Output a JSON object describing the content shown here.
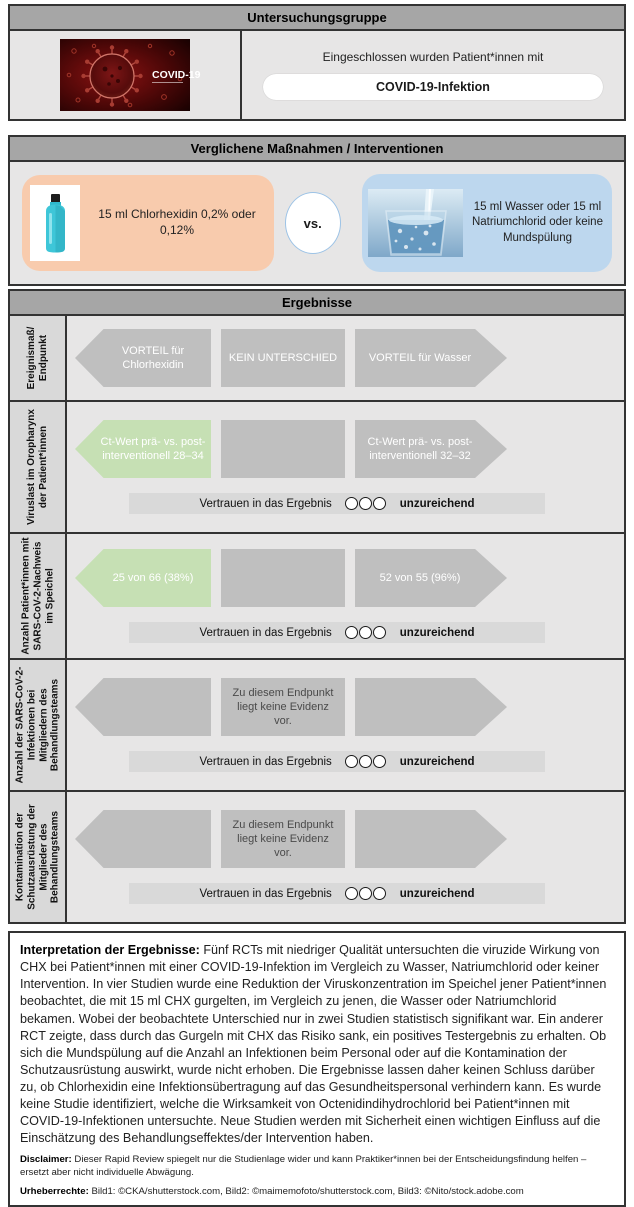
{
  "colors": {
    "header_bar": "#a6a6a6",
    "panel_bg": "#e7e6e6",
    "label_column_bg": "#d9d9d9",
    "arrow_gray": "#bfbfbf",
    "arrow_green": "#c6e0b4",
    "confidence_bar_bg": "#d9d9d9",
    "chlorhexidine_box_bg": "#f8cbad",
    "water_box_bg": "#bdd7ee",
    "vs_circle_border": "#9dc3e6"
  },
  "study_group": {
    "header": "Untersuchungsgruppe",
    "image_caption": "COVID-19",
    "intro_text": "Eingeschlossen wurden Patient*innen mit",
    "condition_pill": "COVID-19-Infektion"
  },
  "interventions": {
    "header": "Verglichene Maßnahmen / Interventionen",
    "chlorhexidine_text": "15 ml Chlorhexidin 0,2% oder 0,12%",
    "vs_label": "vs.",
    "water_text": "15 ml Wasser oder 15 ml Natriumchlorid oder keine Mundspülung"
  },
  "results": {
    "header": "Ergebnisse",
    "confidence_label": "Vertrauen in das Ergebnis",
    "confidence_rating": "unzureichend",
    "rows": [
      {
        "label": "Ereignismaß/ Endpunkt",
        "left_arrow": "VORTEIL für Chlorhexidin",
        "middle_box": "KEIN UNTERSCHIED",
        "right_arrow": "VORTEIL für Wasser"
      },
      {
        "label": "Viruslast im Oropharynx der Patient*innen",
        "left_arrow": "Ct-Wert prä- vs. post-interventionell 28–34",
        "middle_box": "",
        "right_arrow": "Ct-Wert prä- vs. post-interventionell 32–32"
      },
      {
        "label": "Anzahl Patient*innen mit SARS-CoV-2-Nachweis im Speichel",
        "left_arrow": "25 von 66 (38%)",
        "middle_box": "",
        "right_arrow": "52 von 55 (96%)"
      },
      {
        "label": "Anzahl der SARS-CoV-2-Infektionen bei Mitgliedern des Behandlungsteams",
        "left_arrow": "",
        "middle_box": "Zu diesem Endpunkt liegt keine Evidenz vor.",
        "right_arrow": ""
      },
      {
        "label": "Kontamination der Schutzausrüstung der Mitglieder des Behandlungsteams",
        "left_arrow": "",
        "middle_box": "Zu diesem Endpunkt liegt keine Evidenz vor.",
        "right_arrow": ""
      }
    ]
  },
  "interpretation": {
    "title": "Interpretation der Ergebnisse:",
    "body": "Fünf RCTs mit niedriger Qualität untersuchten die viruzide Wirkung von CHX bei Patient*innen mit einer COVID-19-Infektion im Vergleich zu Wasser, Natriumchlorid oder keiner Intervention. In vier Studien wurde eine Reduktion der Viruskonzentration im Speichel jener Patient*innen beobachtet, die mit 15 ml CHX gurgelten, im Vergleich zu jenen, die Wasser oder Natriumchlorid bekamen. Wobei der beobachtete Unterschied nur in zwei Studien statistisch signifikant war. Ein anderer RCT zeigte, dass durch das Gurgeln mit CHX das Risiko sank, ein positives Testergebnis zu erhalten. Ob sich die Mundspülung auf die Anzahl an Infektionen beim Personal oder auf die Kontamination der Schutzausrüstung auswirkt, wurde nicht erhoben. Die Ergebnisse lassen daher keinen Schluss darüber zu, ob Chlorhexidin eine Infektionsübertragung auf das Gesundheitspersonal verhindern kann. Es wurde keine Studie identifiziert, welche die Wirksamkeit von Octenidindihydrochlorid bei Patient*innen mit COVID-19-Infektionen untersuchte. Neue Studien werden mit Sicherheit einen wichtigen Einfluss auf die Einschätzung des Behandlungseffektes/der Intervention haben."
  },
  "footer": {
    "disclaimer_label": "Disclaimer:",
    "disclaimer_text": "Dieser Rapid Review spiegelt nur die Studienlage wider und kann Praktiker*innen bei der Entscheidungsfindung helfen – ersetzt aber nicht individuelle Abwägung.",
    "copyright_label": "Urheberrechte:",
    "copyright_text": "Bild1: ©CKA/shutterstock.com, Bild2: ©maimemofoto/shutterstock.com, Bild3: ©Nito/stock.adobe.com"
  }
}
